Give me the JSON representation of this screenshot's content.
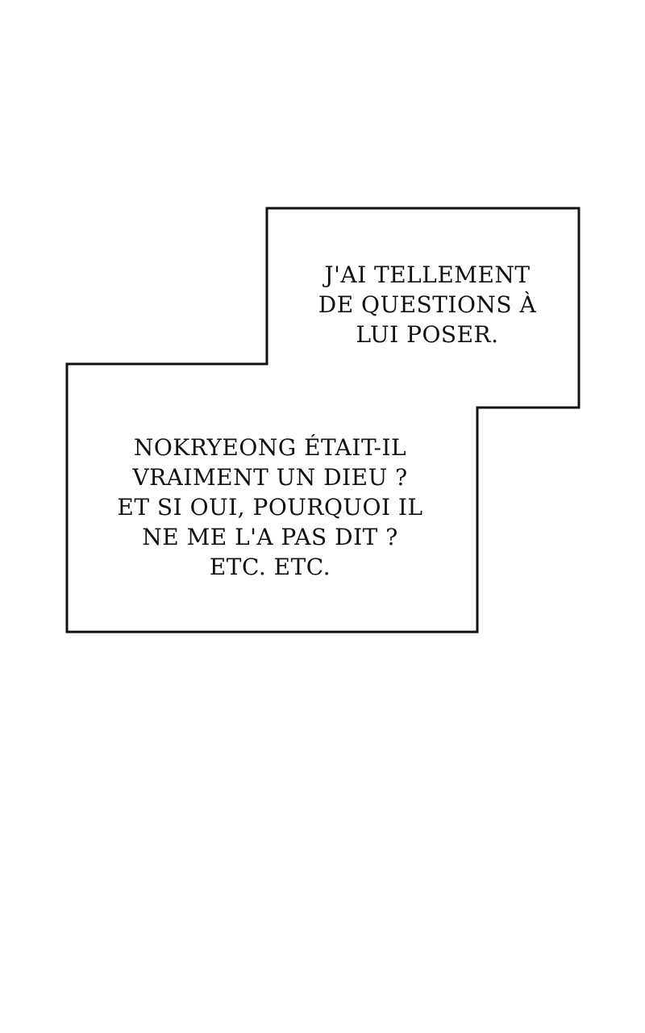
{
  "colors": {
    "background": "#ffffff",
    "border": "#111111",
    "text": "#111111"
  },
  "captions": {
    "top": {
      "lines": [
        "J'AI TELLEMENT",
        "DE QUESTIONS À",
        "LUI POSER."
      ]
    },
    "bottom": {
      "lines": [
        "NOKRYEONG ÉTAIT-IL",
        "VRAIMENT UN DIEU ?",
        "ET SI OUI, POURQUOI IL",
        "NE ME L'A PAS DIT ?",
        "ETC. ETC."
      ]
    }
  }
}
